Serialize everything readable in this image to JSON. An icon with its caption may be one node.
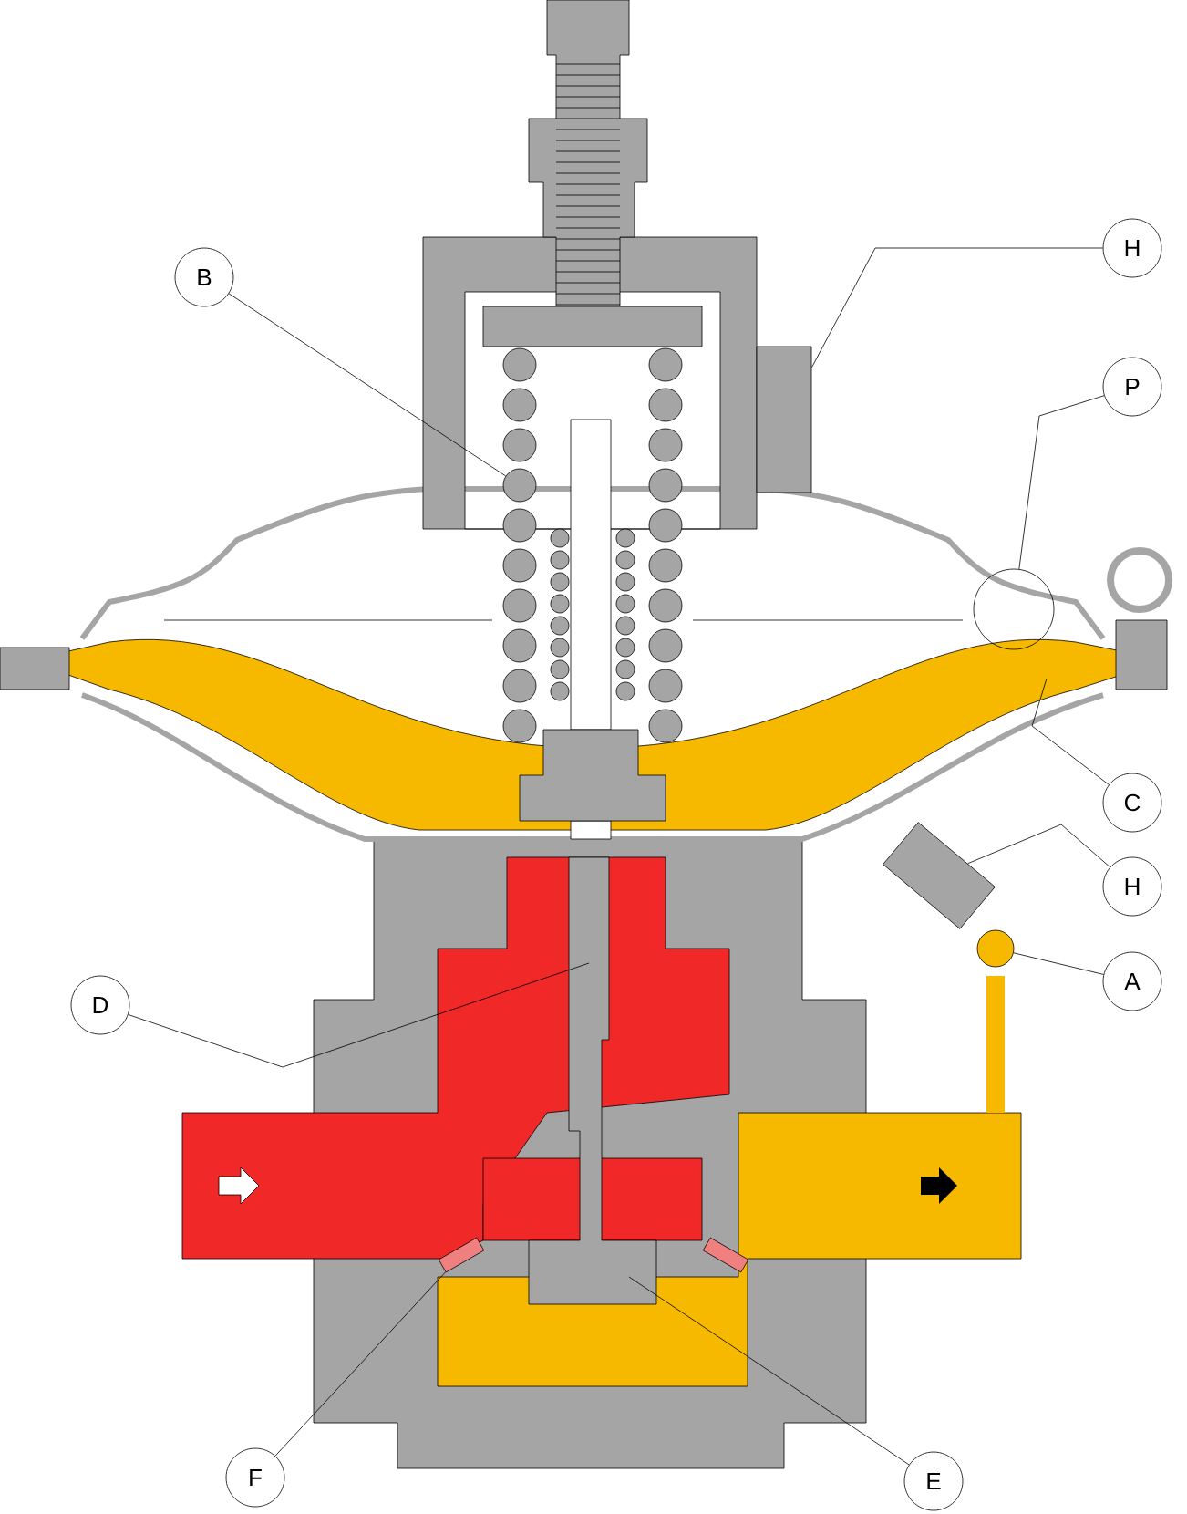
{
  "diagram": {
    "nodes": [
      {
        "text": [
          "H"
        ]
      },
      {
        "text": [
          "B"
        ]
      },
      {
        "text": [
          "P"
        ]
      },
      {
        "text": [],
        "shape": "circle"
      },
      {
        "text": [
          "C"
        ]
      },
      {
        "text": [
          "H"
        ]
      },
      {
        "text": [
          "A"
        ]
      },
      {
        "text": [
          "D"
        ]
      },
      {
        "text": [
          "F"
        ]
      },
      {
        "text": [
          "E"
        ]
      },
      {
        "text": [],
        "shape": "box"
      },
      {
        "text": [],
        "shape": "circle"
      },
      {
        "text": [],
        "shape": "box"
      },
      {
        "text": [],
        "shape": "circle"
      },
      {
        "text": [],
        "shape": "bar"
      },
      {
        "text": [],
        "shape": "bar"
      }
    ],
    "edges": [
      {
        "from": 0,
        "to": 10,
        "arrow": "none"
      },
      {
        "from": 1,
        "to": 11,
        "arrow": "none"
      },
      {
        "from": 2,
        "to": 3,
        "arrow": "none"
      },
      {
        "from": 4,
        "to": null,
        "arrow": "none"
      },
      {
        "from": 5,
        "to": 12,
        "arrow": "none"
      },
      {
        "from": 6,
        "to": 13,
        "arrow": "none"
      },
      {
        "from": 7,
        "to": null,
        "arrow": "none"
      },
      {
        "from": 8,
        "to": 14,
        "arrow": "none"
      },
      {
        "from": 9,
        "to": null,
        "arrow": "none"
      }
    ]
  }
}
